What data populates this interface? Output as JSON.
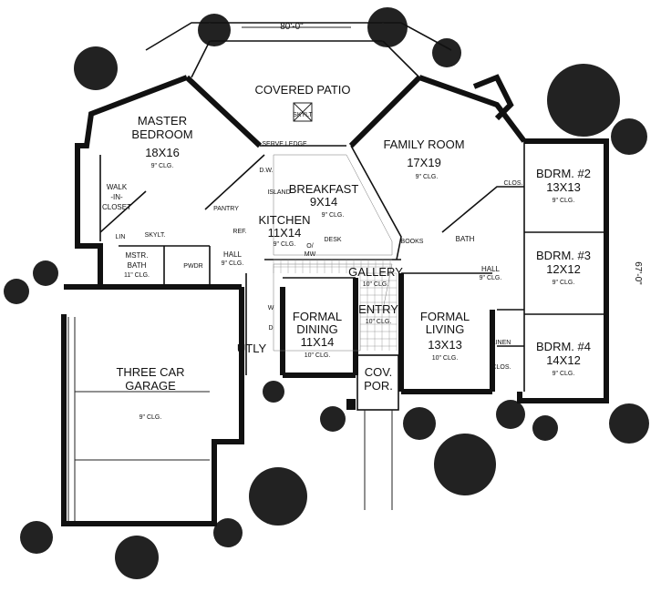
{
  "dimensions": {
    "width": "80'-0\"",
    "depth": "67'-0\""
  },
  "rooms": {
    "covered_patio": {
      "name": "COVERED PATIO",
      "skylight": "SKYLT"
    },
    "master_bedroom": {
      "line1": "MASTER",
      "line2": "BEDROOM",
      "size": "18X16",
      "ceiling": "9\" CLG."
    },
    "family_room": {
      "name": "FAMILY ROOM",
      "size": "17X19",
      "ceiling": "9\" CLG."
    },
    "breakfast": {
      "name": "BREAKFAST",
      "size": "9X14",
      "ceiling": "9\" CLG."
    },
    "kitchen": {
      "name": "KITCHEN",
      "size": "11X14",
      "ceiling": "9\" CLG."
    },
    "walk_in_closet": {
      "line1": "WALK",
      "line2": "-IN-",
      "line3": "CLOSET"
    },
    "master_bath": {
      "line1": "MSTR.",
      "line2": "BATH",
      "ceiling": "11\" CLG."
    },
    "bdrm2": {
      "name": "BDRM. #2",
      "size": "13X13",
      "ceiling": "9\" CLG."
    },
    "bdrm3": {
      "name": "BDRM. #3",
      "size": "12X12",
      "ceiling": "9\" CLG."
    },
    "bdrm4": {
      "name": "BDRM. #4",
      "size": "14X12",
      "ceiling": "9\" CLG."
    },
    "gallery": {
      "name": "GALLERY",
      "ceiling": "10\" CLG."
    },
    "entry": {
      "name": "ENTRY",
      "ceiling": "10\" CLG."
    },
    "formal_dining": {
      "line1": "FORMAL",
      "line2": "DINING",
      "size": "11X14",
      "ceiling": "10\" CLG."
    },
    "formal_living": {
      "line1": "FORMAL",
      "line2": "LIVING",
      "size": "13X13",
      "ceiling": "10\" CLG."
    },
    "garage": {
      "line1": "THREE CAR",
      "line2": "GARAGE",
      "ceiling": "9\" CLG."
    },
    "cov_porch": {
      "line1": "COV.",
      "line2": "POR."
    },
    "hall_left": {
      "name": "HALL",
      "ceiling": "9\" CLG."
    },
    "hall_right": {
      "name": "HALL",
      "ceiling": "9\" CLG."
    },
    "bath": {
      "name": "BATH"
    },
    "utility": {
      "name": "UTLY"
    }
  },
  "labels": {
    "serve_ledge": "SERVE LEDGE",
    "dw": "D.W.",
    "island": "ISLAND",
    "pantry": "PANTRY",
    "ref": "REF.",
    "om": "O/",
    "mw": "MW",
    "desk": "DESK",
    "books": "BOOKS",
    "lin_left": "LIN",
    "skylt_bath": "SKYLT.",
    "pwdr": "PWDR",
    "clos2": "CLOS.",
    "clos4": "CLOS.",
    "linen": "LINEN",
    "w": "W",
    "d": "D"
  }
}
